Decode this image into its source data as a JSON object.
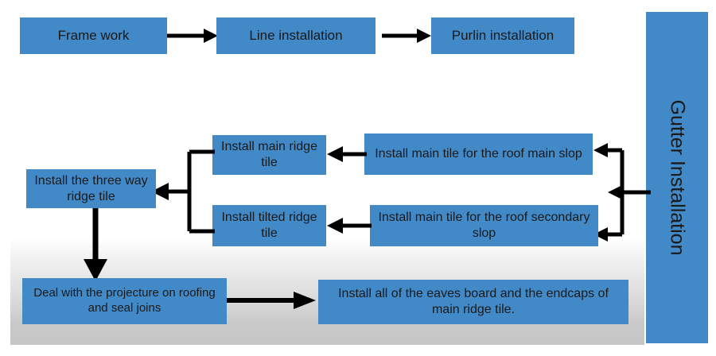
{
  "diagram": {
    "title": "Roofing installation process flowchart",
    "accent_color": "#4289c8",
    "text_color": "#1a1a1a",
    "connector_color": "#000000",
    "background": {
      "top_color": "#ffffff",
      "bottom_color": "#c6c6c6"
    },
    "nodes": [
      {
        "id": "frame-work",
        "label": "Frame work"
      },
      {
        "id": "line-installation",
        "label": "Line installation"
      },
      {
        "id": "purlin-installation",
        "label": "Purlin installation"
      },
      {
        "id": "gutter-installation",
        "label": "Gutter Installation"
      },
      {
        "id": "main-tile-main-slop",
        "label": "Install main tile for the roof main slop"
      },
      {
        "id": "main-tile-secondary-slop",
        "label": "Install main tile for the roof secondary slop"
      },
      {
        "id": "main-ridge-tile",
        "label": "Install main ridge tile"
      },
      {
        "id": "tilted-ridge-tile",
        "label": "Install tilted ridge tile"
      },
      {
        "id": "three-way-ridge-tile",
        "label": "Install the three way ridge tile"
      },
      {
        "id": "projecture-seal-joins",
        "label": "Deal with the projecture on roofing and seal joins"
      },
      {
        "id": "eaves-board-endcaps",
        "label": "Install all of the eaves board and the endcaps of main ridge tile."
      }
    ],
    "edges": [
      {
        "id": "frame-to-line",
        "from": "frame-work",
        "to": "line-installation",
        "direction": "right"
      },
      {
        "id": "line-to-purlin",
        "from": "line-installation",
        "to": "purlin-installation",
        "direction": "right"
      },
      {
        "id": "gutter-to-slops",
        "from": "gutter-installation",
        "to": "main-tile-main-slop, main-tile-secondary-slop",
        "direction": "left-branch"
      },
      {
        "id": "mainslop-to-mainridge",
        "from": "main-tile-main-slop",
        "to": "main-ridge-tile",
        "direction": "left"
      },
      {
        "id": "secondslop-to-tiltedridge",
        "from": "main-tile-secondary-slop",
        "to": "tilted-ridge-tile",
        "direction": "left"
      },
      {
        "id": "ridges-to-threeway",
        "from": "main-ridge-tile, tilted-ridge-tile",
        "to": "three-way-ridge-tile",
        "direction": "left-merge"
      },
      {
        "id": "threeway-to-projecture",
        "from": "three-way-ridge-tile",
        "to": "projecture-seal-joins",
        "direction": "down"
      },
      {
        "id": "projecture-to-eaves",
        "from": "projecture-seal-joins",
        "to": "eaves-board-endcaps",
        "direction": "right"
      }
    ]
  }
}
